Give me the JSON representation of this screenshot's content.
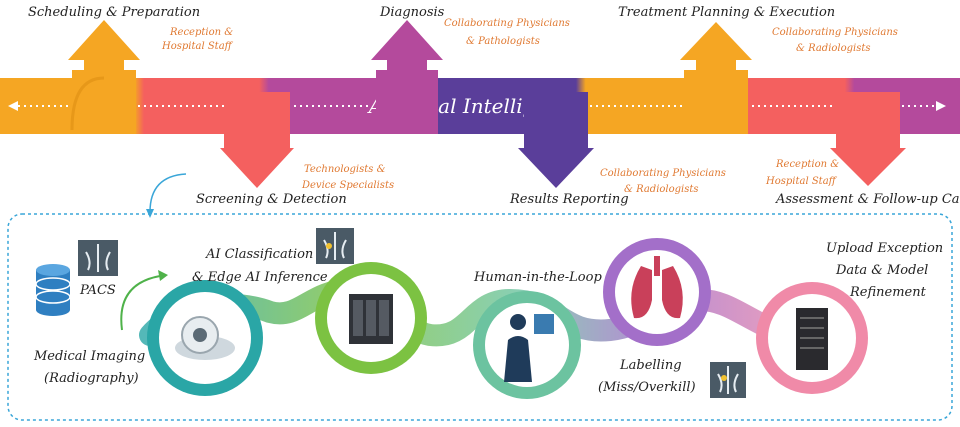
{
  "banner": {
    "title": "Artificial Intelligence"
  },
  "stages": {
    "scheduling": {
      "label": "Scheduling & Preparation",
      "role": [
        "Reception &",
        "Hospital Staff"
      ]
    },
    "screening": {
      "label": "Screening & Detection",
      "role": [
        "Technologists &",
        "Device Specialists"
      ]
    },
    "diagnosis": {
      "label": "Diagnosis",
      "role": [
        "Collaborating Physicians",
        "& Pathologists"
      ]
    },
    "results": {
      "label": "Results Reporting",
      "role": [
        "Collaborating Physicians",
        "& Radiologists"
      ]
    },
    "treatment": {
      "label": "Treatment Planning & Execution",
      "role": [
        "Collaborating Physicians",
        "& Radiologists"
      ]
    },
    "assessment": {
      "label": "Assessment & Follow-up Care",
      "role": [
        "Reception &",
        "Hospital Staff"
      ]
    }
  },
  "workflow": {
    "pacs": "PACS",
    "medical_imaging": [
      "Medical Imaging",
      "(Radiography)"
    ],
    "ai_classification": [
      "AI Classification",
      "& Edge AI Inference"
    ],
    "human_loop": "Human-in-the-Loop",
    "labelling": [
      "Labelling",
      "(Miss/Overkill)"
    ],
    "upload": [
      "Upload Exception",
      "Data & Model",
      "Refinement"
    ]
  },
  "colors": {
    "orange": "#f5a623",
    "salmon": "#f4605f",
    "magenta": "#b44a9c",
    "purple": "#5a3e9a",
    "teal": "#2aa6a6",
    "green": "#7cc242",
    "mint": "#6cc3a0",
    "violet": "#a36fc9",
    "pink": "#f08aa8"
  }
}
